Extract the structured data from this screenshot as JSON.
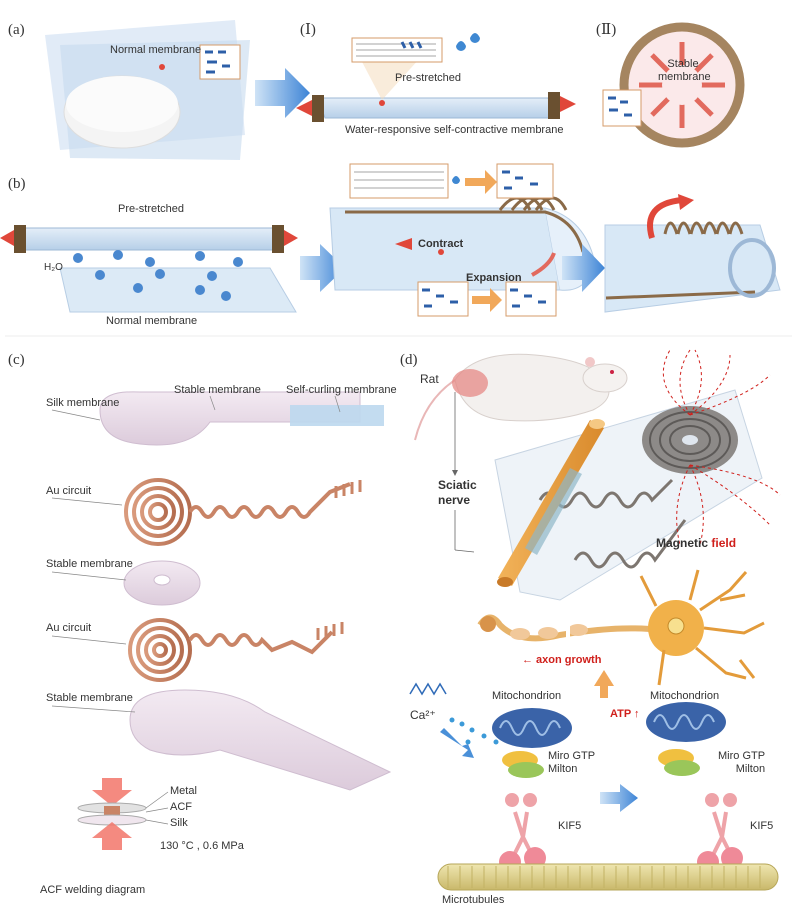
{
  "panels": {
    "a": {
      "label": "(a)",
      "sub1": "(Ⅰ)",
      "sub2": "(Ⅱ)",
      "normal_membrane": "Normal membrane",
      "pre_stretched": "Pre-stretched",
      "water_responsive": "Water-responsive self-contractive membrane",
      "stable_membrane": "Stable membrane"
    },
    "b": {
      "label": "(b)",
      "pre_stretched": "Pre-stretched",
      "water": "H₂O",
      "normal_membrane": "Normal membrane",
      "contract": "Contract",
      "expansion": "Expansion"
    },
    "c": {
      "label": "(c)",
      "silk_membrane": "Silk membrane",
      "stable_membrane_top": "Stable membrane",
      "self_curling": "Self-curling membrane",
      "au_circuit_1": "Au circuit",
      "stable_membrane_2": "Stable membrane",
      "au_circuit_2": "Au circuit",
      "stable_membrane_3": "Stable membrane",
      "metal": "Metal",
      "acf": "ACF",
      "silk": "Silk",
      "conditions": "130 °C , 0.6 MPa",
      "acf_caption": "ACF welding diagram"
    },
    "d": {
      "label": "(d)",
      "rat": "Rat",
      "sciatic_nerve": "Sciatic\nnerve",
      "magnetic": "Magnetic",
      "field": "field",
      "axon_growth": "← axon growth",
      "mito_left": "Mitochondrion",
      "mito_right": "Mitochondrion",
      "ca": "Ca²⁺",
      "atp": "ATP ↑",
      "miro_left": "Miro GTP\nMilton",
      "miro_right": "Miro GTP\nMilton",
      "kif_left": "KIF5",
      "kif_right": "KIF5",
      "microtubules": "Microtubules"
    }
  },
  "colors": {
    "membrane_blue": "#a9c8e6",
    "arrow_blue": "#4a90d8",
    "arrow_red": "#e05a4a",
    "copper": "#c98466",
    "frame_brown": "#8a6a48",
    "stable_pink": "#e8dbe6",
    "mito_blue": "#3a63a8"
  }
}
